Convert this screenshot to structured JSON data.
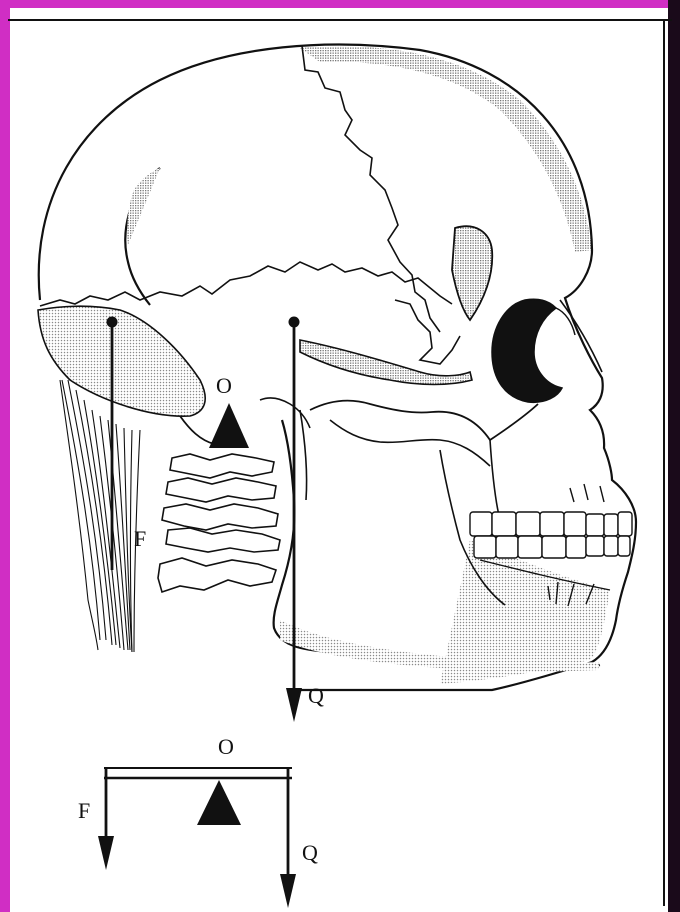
{
  "colors": {
    "ink": "#111111",
    "paper": "#ffffff",
    "shade": "#bdbdbd",
    "edge": "#d02ec4",
    "edge_dark": "#1a0a1a"
  },
  "labels": {
    "pivot_top": "O",
    "force_top": "F",
    "load_top": "Q",
    "pivot_bottom": "O",
    "force_bottom": "F",
    "load_bottom": "Q"
  }
}
